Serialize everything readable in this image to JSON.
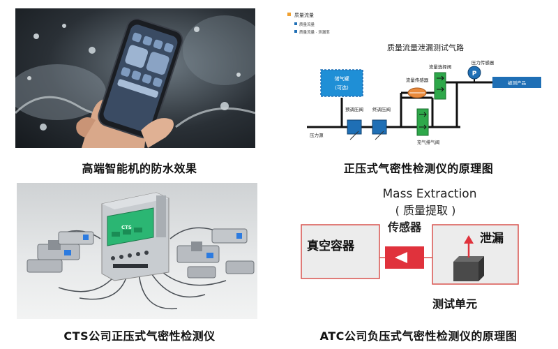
{
  "panels": {
    "top_left": {
      "caption": "高端智能机的防水效果"
    },
    "top_right": {
      "caption": "正压式气密性检测仪的原理图",
      "legend": {
        "heading": "质量流量",
        "items": [
          "质量流量",
          "质量流量 · 泄漏率"
        ]
      },
      "diagram": {
        "title": "质量流量泄漏测试气路",
        "tank_label": "储气罐",
        "tank_sub": "(可选)",
        "pressure_source": "压力源",
        "preset_valve": "预调压阀",
        "final_valve": "终调压阀",
        "flow_sensor": "流量传感器",
        "flow_select_valve": "流量选择阀",
        "pressure_sensor": "压力传感器",
        "pressure_symbol": "P",
        "fill_exhaust_valve": "充气排气阀",
        "product": "被测产品"
      }
    },
    "bottom_left": {
      "caption": "CTS公司正压式气密性检测仪",
      "screen_text": "CTS"
    },
    "bottom_right": {
      "caption": "ATC公司负压式气密性检测仪的原理图",
      "diagram": {
        "title_en": "Mass Extraction",
        "title_cn": "( 质量提取 )",
        "sensor": "传感器",
        "vacuum_container": "真空容器",
        "leak": "泄漏",
        "test_unit": "测试单元"
      }
    }
  },
  "colors": {
    "diagram_blue": "#1f6fb5",
    "valve_green": "#2ea84a",
    "flow_orange": "#e98a3c",
    "atc_red": "#e0323c",
    "atc_frame": "#d9534f",
    "atc_box_bg": "#ececec"
  }
}
